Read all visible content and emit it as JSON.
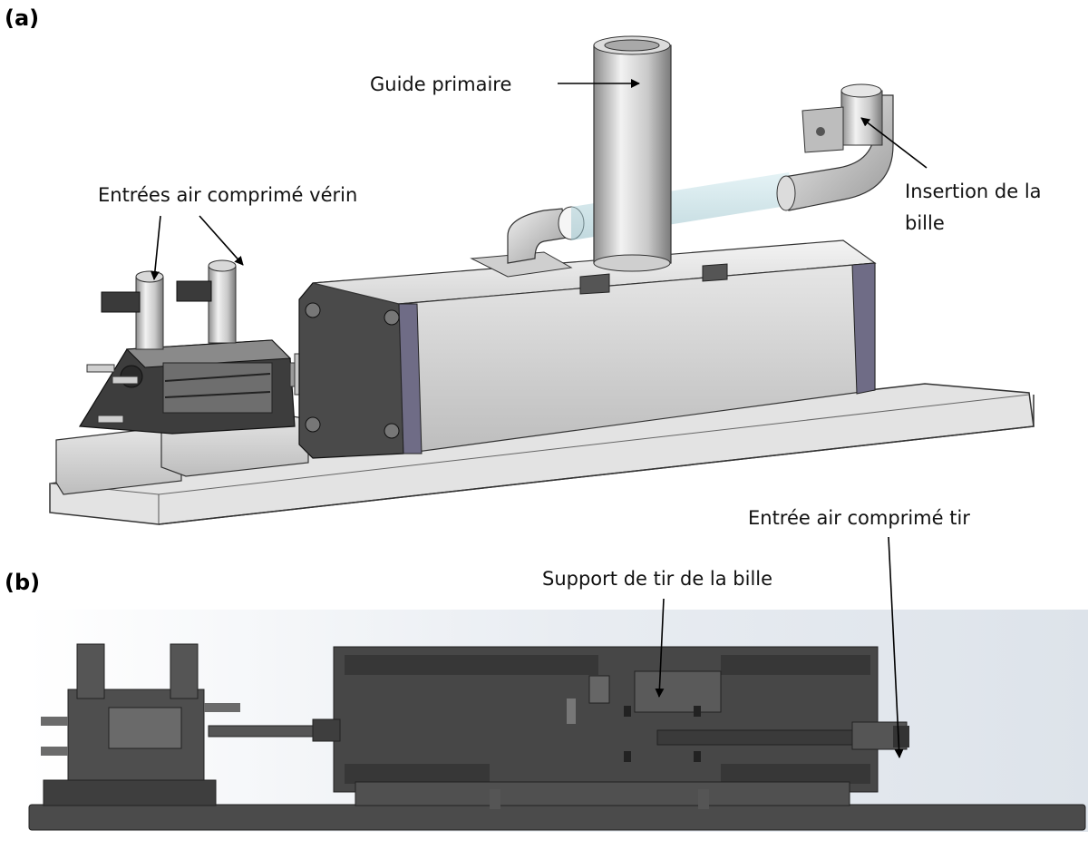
{
  "panels": {
    "a": {
      "label": "(a)"
    },
    "b": {
      "label": "(b)"
    }
  },
  "callouts": {
    "guide_primaire": "Guide primaire",
    "entrees_air_verin": "Entrées air comprimé vérin",
    "insertion_line1": "Insertion de la",
    "insertion_line2": "bille",
    "entree_air_tir": "Entrée air comprimé tir",
    "support_tir": "Support de tir de la bille"
  }
}
